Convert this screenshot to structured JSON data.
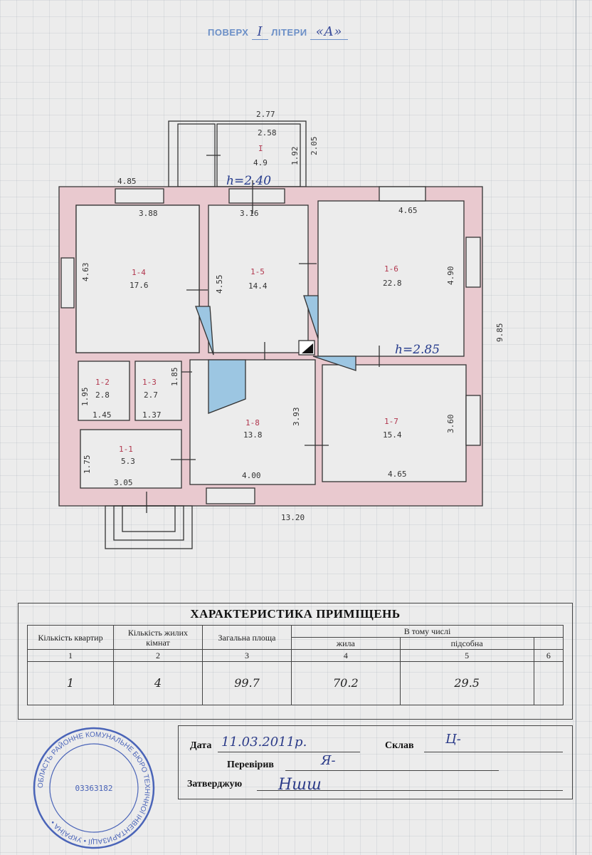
{
  "header": {
    "floor_label": "ПОВЕРХ",
    "floor_value": "I",
    "letter_label": "ЛІТЕРИ",
    "letter_value": "«А»"
  },
  "plan": {
    "ceiling_heights": [
      "h=2.40",
      "h=2.85"
    ],
    "overall": {
      "length": "13.20",
      "width": "9.85",
      "top_left": "4.85"
    },
    "porch": {
      "outer_width": "2.77",
      "inner_width": "2.58",
      "outer_depth": "2.05",
      "inner_depth": "1.92",
      "id": "I",
      "area": "4.9"
    },
    "rooms": [
      {
        "id": "1-1",
        "area": "5.3",
        "w": "3.05",
        "h": "1.75"
      },
      {
        "id": "1-2",
        "area": "2.8",
        "w": "1.45",
        "h": "1.95"
      },
      {
        "id": "1-3",
        "area": "2.7",
        "w": "1.37",
        "h": "1.85"
      },
      {
        "id": "1-4",
        "area": "17.6",
        "w": "3.88",
        "h": "4.63"
      },
      {
        "id": "1-5",
        "area": "14.4",
        "w": "3.16",
        "h": "4.55"
      },
      {
        "id": "1-6",
        "area": "22.8",
        "w": "4.65",
        "h": "4.90"
      },
      {
        "id": "1-7",
        "area": "15.4",
        "w": "4.65",
        "h": "3.60"
      },
      {
        "id": "1-8",
        "area": "13.8",
        "w": "4.00",
        "h": "3.93"
      }
    ]
  },
  "table": {
    "title": "ХАРАКТЕРИСТИКА ПРИМІЩЕНЬ",
    "headers": [
      "Кількість квартир",
      "Кількість жилих кімнат",
      "Загальна площа",
      "В тому числі",
      "жила",
      "підсобна"
    ],
    "col_numbers": [
      "1",
      "2",
      "3",
      "4",
      "5",
      "6"
    ],
    "values": [
      "1",
      "4",
      "99.7",
      "70.2",
      "29.5",
      ""
    ]
  },
  "signatures": {
    "date_label": "Дата",
    "date_value": "11.03.2011р.",
    "compiled_label": "Склав",
    "checked_label": "Перевірив",
    "approved_label": "Затверджую"
  },
  "stamp": {
    "text": "ОБЛАСТЬ РАЙОННЕ КОМУНАЛЬНЕ БЮРО ТЕХНІЧНОЇ ІНВЕНТАРИЗАЦІЇ • УКРАЇНА •",
    "code": "03363182"
  },
  "colors": {
    "wall": "#e9c9cf",
    "wall_stroke": "#333333",
    "stair": "#9cc6e2",
    "ink_blue": "#2a3a88"
  }
}
